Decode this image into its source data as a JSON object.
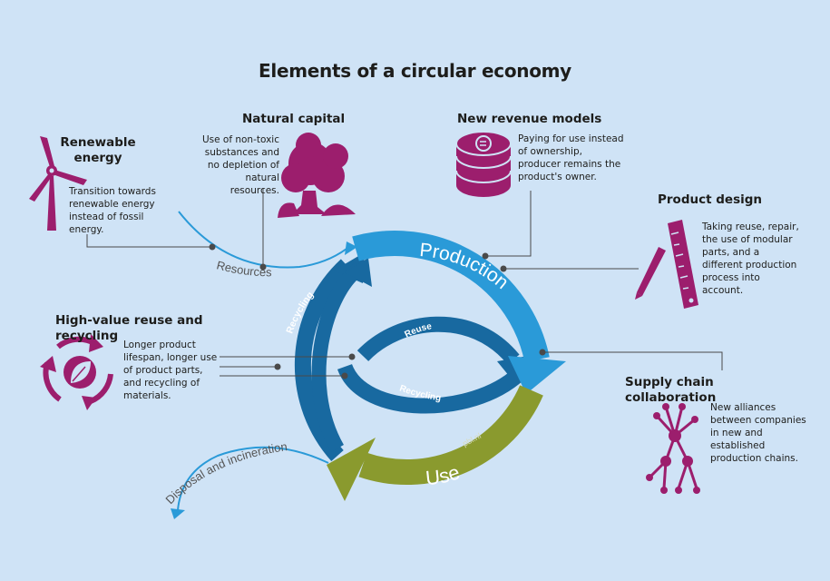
{
  "title": "Elements of a circular economy",
  "colors": {
    "background": "#cfe3f6",
    "production_blue": "#2a9ad8",
    "dark_blue": "#1869a0",
    "use_olive": "#8a9a2e",
    "icon_magenta": "#9c1e6d",
    "connector": "#4a4a4a"
  },
  "elements": {
    "renewable": {
      "heading": "Renewable energy",
      "text": "Transition towards renewable energy instead of fossil energy.",
      "icon": "wind-turbine-icon"
    },
    "natural": {
      "heading": "Natural capital",
      "text": "Use of non-toxic substances and no depletion of natural resources.",
      "icon": "tree-icon"
    },
    "revenue": {
      "heading": "New revenue models",
      "text": "Paying for use instead of ownership, producer remains the product's owner.",
      "icon": "coin-stack-icon"
    },
    "design": {
      "heading": "Product design",
      "text": "Taking reuse, repair, the use of modular parts, and a different production process into account.",
      "icon": "pencil-ruler-icon"
    },
    "reuse": {
      "heading": "High-value reuse and recycling",
      "text": "Longer product lifespan, longer use of product parts, and recycling of materials.",
      "icon": "recycle-icon"
    },
    "supply": {
      "heading": "Supply chain collaboration",
      "text": "New alliances between companies in new and established production chains.",
      "icon": "network-icon"
    }
  },
  "cycle": {
    "production": "Production",
    "use": "Use",
    "recycling_outer": "Recycling",
    "reuse_inner": "Reuse",
    "recycling_inner": "Recycling",
    "resources": "Resources",
    "disposal": "Disposal and incineration",
    "watermark": "pbl.nl"
  }
}
